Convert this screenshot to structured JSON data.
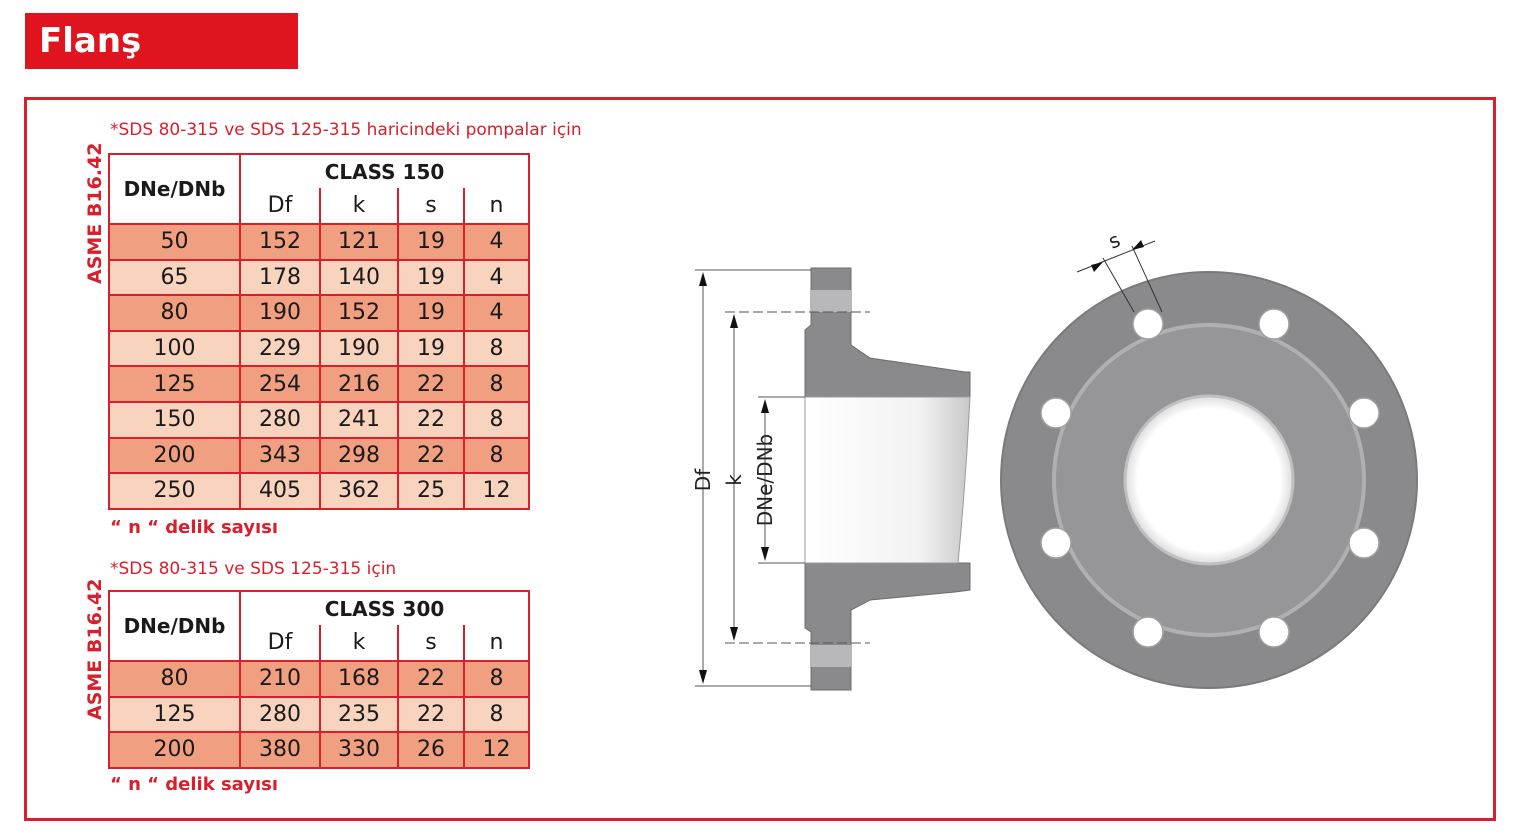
{
  "page": {
    "title": "Flanş Ölçüleri"
  },
  "tables": [
    {
      "note": "*SDS 80-315 ve SDS 125-315 haricindeki pompalar için",
      "side_label": "ASME B16.42",
      "corner_header": "DNe/DNb",
      "class_header": "CLASS 150",
      "columns": [
        "Df",
        "k",
        "s",
        "n"
      ],
      "rows": [
        [
          "50",
          "152",
          "121",
          "19",
          "4"
        ],
        [
          "65",
          "178",
          "140",
          "19",
          "4"
        ],
        [
          "80",
          "190",
          "152",
          "19",
          "4"
        ],
        [
          "100",
          "229",
          "190",
          "19",
          "8"
        ],
        [
          "125",
          "254",
          "216",
          "22",
          "8"
        ],
        [
          "150",
          "280",
          "241",
          "22",
          "8"
        ],
        [
          "200",
          "343",
          "298",
          "22",
          "8"
        ],
        [
          "250",
          "405",
          "362",
          "25",
          "12"
        ]
      ],
      "footnote": "“ n “ delik sayısı"
    },
    {
      "note": "*SDS 80-315 ve SDS 125-315 için",
      "side_label": "ASME B16.42",
      "corner_header": "DNe/DNb",
      "class_header": "CLASS 300",
      "columns": [
        "Df",
        "k",
        "s",
        "n"
      ],
      "rows": [
        [
          "80",
          "210",
          "168",
          "22",
          "8"
        ],
        [
          "125",
          "280",
          "235",
          "22",
          "8"
        ],
        [
          "200",
          "380",
          "330",
          "26",
          "12"
        ]
      ],
      "footnote": "“ n “ delik sayısı"
    }
  ],
  "diagram": {
    "labels": {
      "df": "Df",
      "k": "k",
      "dn": "DNe/DNb",
      "s": "s"
    },
    "colors": {
      "accent": "#d8202c",
      "row_dark": "#f0a080",
      "row_light": "#f8d4bf",
      "metal": "#8a8a8c"
    }
  }
}
